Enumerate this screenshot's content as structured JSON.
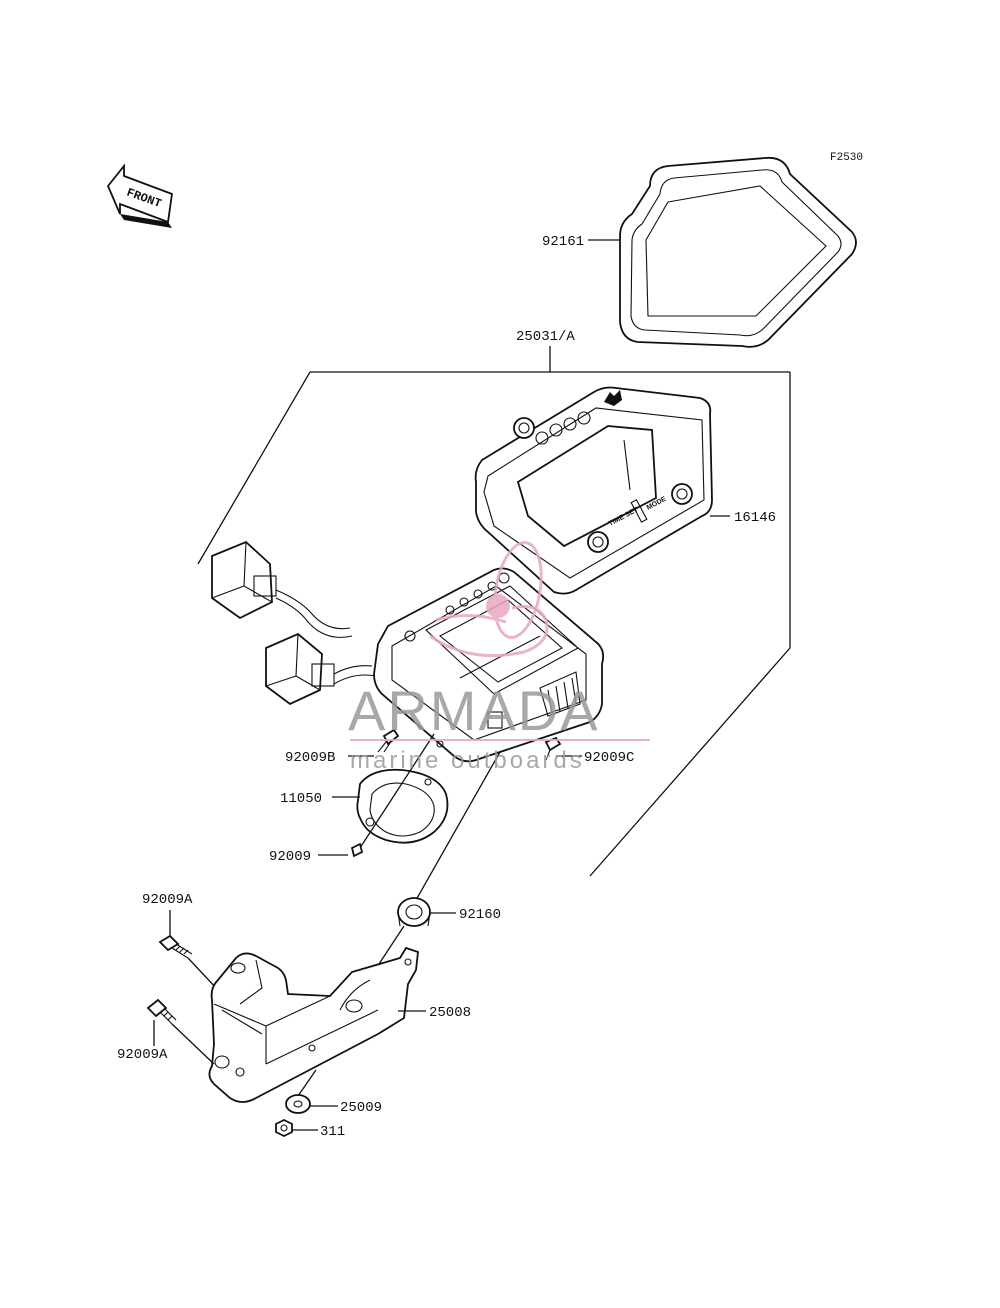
{
  "figure_code": "F2530",
  "front_arrow_label": "FRONT",
  "watermark": {
    "brand": "ARMADA",
    "tagline": "marine outboards",
    "color": "#e7a9c2"
  },
  "meter_buttons": {
    "time_set": "TIME SET",
    "mode": "MODE"
  },
  "callouts": {
    "p92161": "92161",
    "p25031": "25031/A",
    "p16146": "16146",
    "p92009B": "92009B",
    "p92009C": "92009C",
    "p11050": "11050",
    "p92009": "92009",
    "p92009A_top": "92009A",
    "p92160": "92160",
    "p25008": "25008",
    "p92009A_bottom": "92009A",
    "p25009": "25009",
    "p311": "311"
  }
}
